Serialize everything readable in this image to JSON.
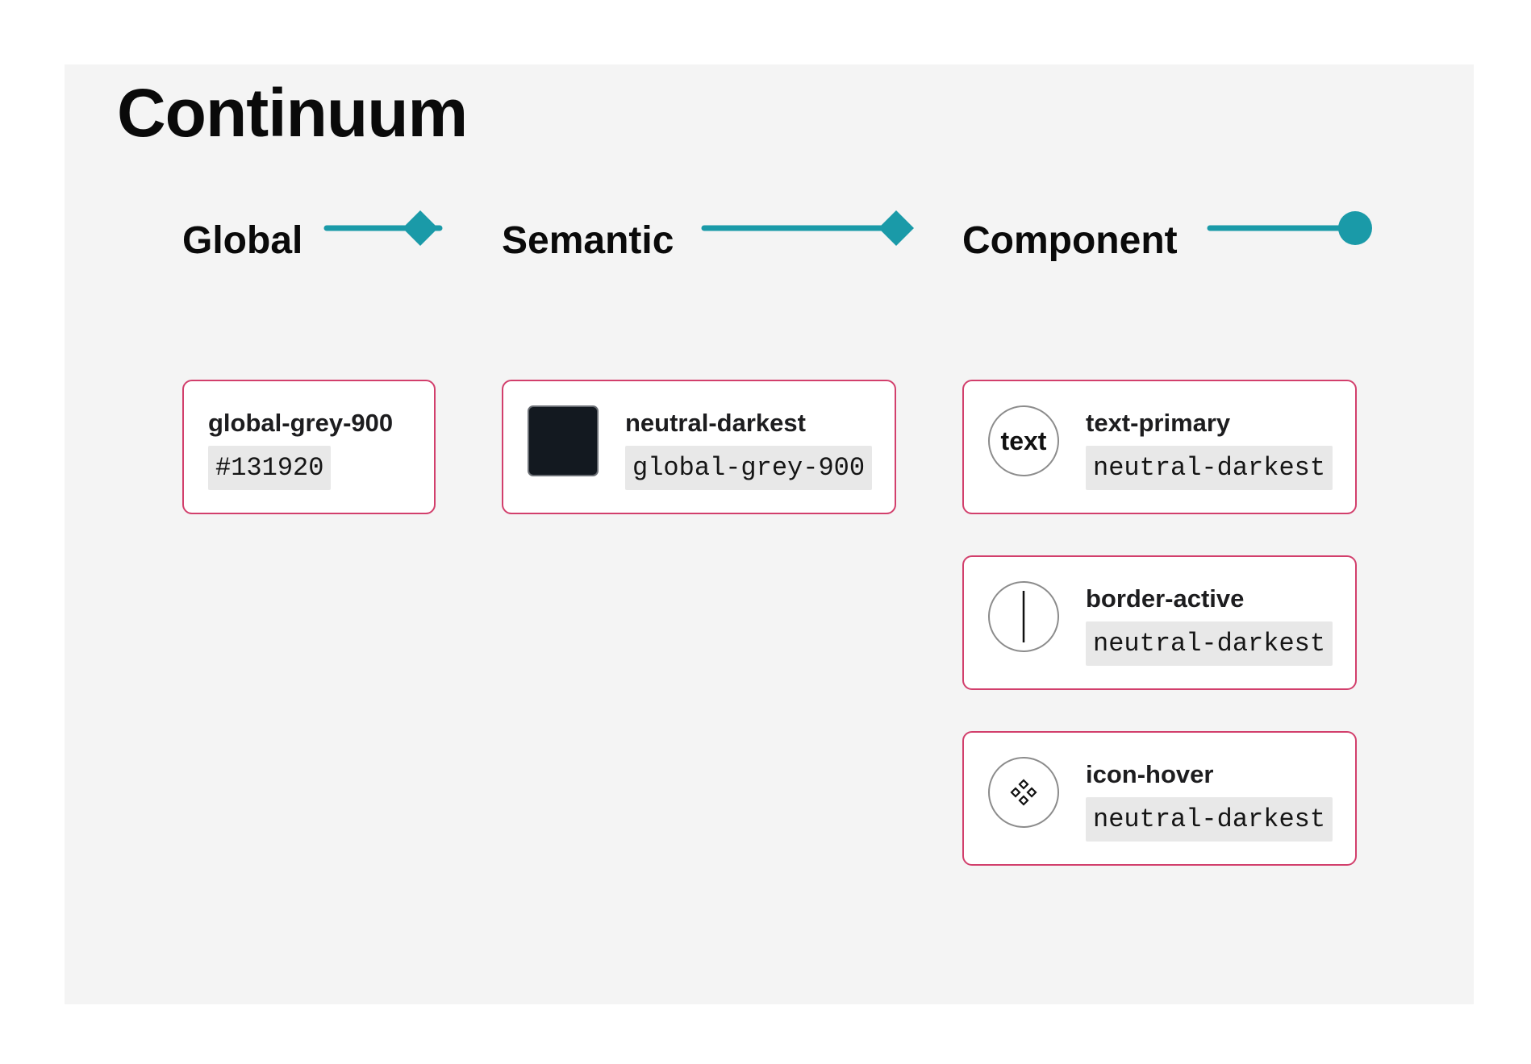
{
  "title": "Continuum",
  "accent_color": "#1a9aa8",
  "card_border_color": "#d23f6c",
  "columns": [
    {
      "heading": "Global",
      "connector_end": "diamond"
    },
    {
      "heading": "Semantic",
      "connector_end": "diamond"
    },
    {
      "heading": "Component",
      "connector_end": "circle"
    }
  ],
  "global": {
    "label": "global-grey-900",
    "value": "#131920"
  },
  "semantic": {
    "label": "neutral-darkest",
    "value": "global-grey-900",
    "swatch_color": "#131920"
  },
  "component": [
    {
      "icon": "text-sample-icon",
      "icon_text": "text",
      "label": "text-primary",
      "value": "neutral-darkest"
    },
    {
      "icon": "border-line-icon",
      "label": "border-active",
      "value": "neutral-darkest"
    },
    {
      "icon": "component-diamond-icon",
      "label": "icon-hover",
      "value": "neutral-darkest"
    }
  ]
}
